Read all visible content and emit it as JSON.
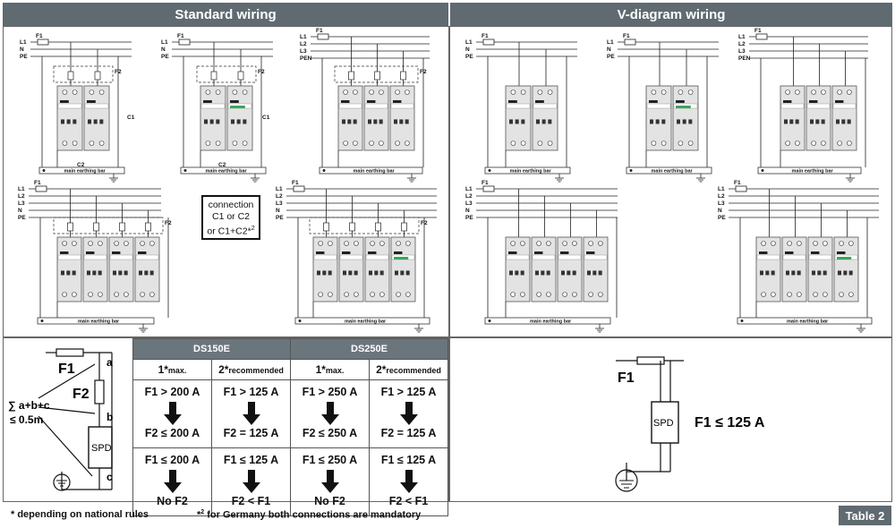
{
  "headers": {
    "left": "Standard wiring",
    "right": "V-diagram wiring"
  },
  "lines": {
    "l1": "L1",
    "l2": "L2",
    "l3": "L3",
    "n": "N",
    "pe": "PE",
    "pen": "PEN",
    "f1": "F1",
    "f2": "F2",
    "c1": "C1",
    "c2": "C2"
  },
  "earth_bar": "main earthing bar",
  "connection_note": {
    "line1": "connection",
    "line2": "C1 or C2",
    "line3": "or C1+C2*",
    "sup": "2"
  },
  "left_schema": {
    "f1": "F1",
    "f2": "F2",
    "a": "a",
    "b": "b",
    "c": "c",
    "sum": "∑ a+b+c",
    "limit": "≤ 0.5m",
    "spd": "SPD"
  },
  "table": {
    "groups": [
      "DS150E",
      "DS250E"
    ],
    "sub": [
      {
        "n": "1*",
        "s": "max."
      },
      {
        "n": "2*",
        "s": "recommended"
      },
      {
        "n": "1*",
        "s": "max."
      },
      {
        "n": "2*",
        "s": "recommended"
      }
    ],
    "row1": [
      {
        "top": "F1 > 200 A",
        "bot": "F2 ≤ 200 A"
      },
      {
        "top": "F1 > 125 A",
        "bot": "F2 = 125 A"
      },
      {
        "top": "F1 > 250 A",
        "bot": "F2 ≤ 250 A"
      },
      {
        "top": "F1 > 125 A",
        "bot": "F2 = 125 A"
      }
    ],
    "row2": [
      {
        "top": "F1 ≤ 200 A",
        "bot": "No F2"
      },
      {
        "top": "F1 ≤ 125 A",
        "bot": "F2 < F1"
      },
      {
        "top": "F1 ≤ 250 A",
        "bot": "No F2"
      },
      {
        "top": "F1 ≤ 125 A",
        "bot": "F2 < F1"
      }
    ]
  },
  "right_schema": {
    "f1": "F1",
    "spd": "SPD",
    "rule": "F1 ≤ 125 A"
  },
  "footnotes": {
    "a": "* depending on national rules",
    "b_pre": "*",
    "b_sup": "2",
    "b_text": " for Germany both connections are mandatory"
  },
  "table_tag": "Table 2"
}
